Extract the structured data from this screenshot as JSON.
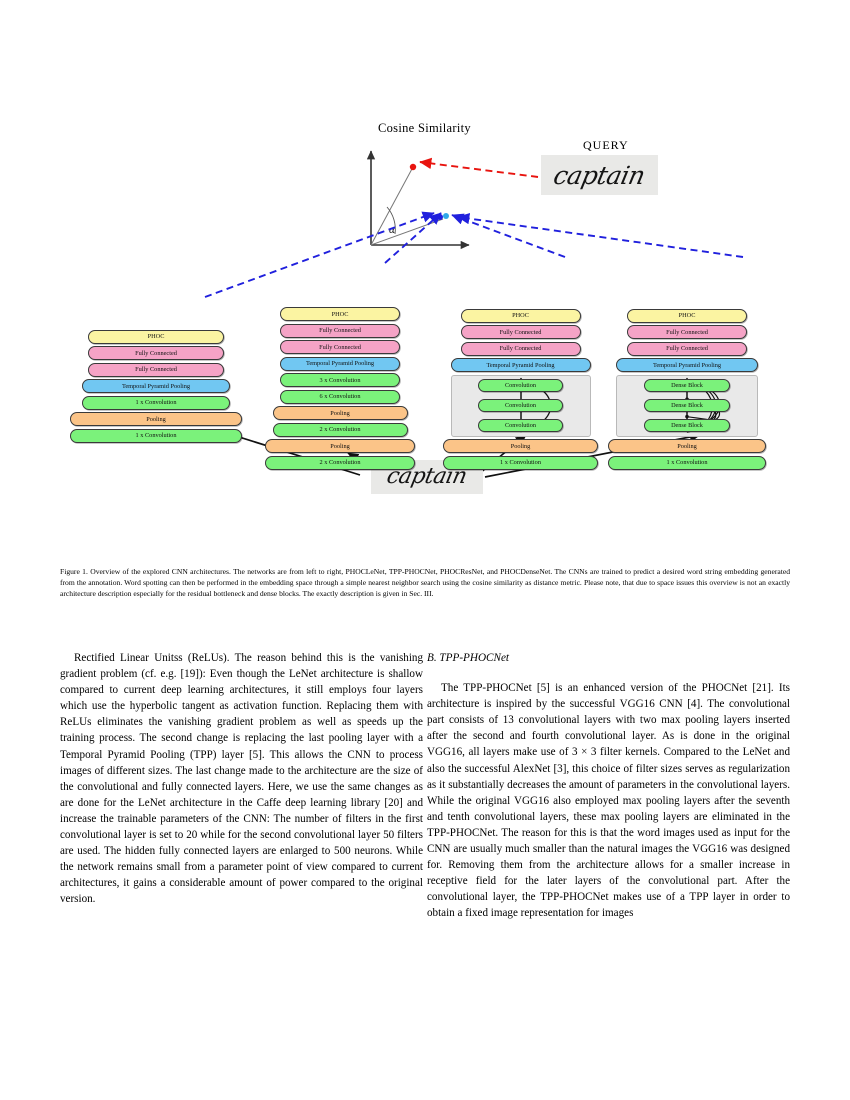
{
  "figure": {
    "cosine_title": "Cosine Similarity",
    "query_title": "QUERY",
    "alpha_label": "α",
    "query_word": "captain",
    "input_word": "captain",
    "networks": [
      {
        "name": "PHOCLeNet",
        "layers": [
          {
            "label": "PHOC",
            "type": "phoc",
            "width": 136
          },
          {
            "label": "Fully Connected",
            "type": "fc",
            "width": 136
          },
          {
            "label": "Fully Connected",
            "type": "fc",
            "width": 136
          },
          {
            "label": "Temporal Pyramid Pooling",
            "type": "tpp",
            "width": 148
          },
          {
            "label": "1 x Convolution",
            "type": "conv",
            "width": 148
          },
          {
            "label": "Pooling",
            "type": "pool",
            "width": 172
          },
          {
            "label": "1 x Convolution",
            "type": "conv",
            "width": 172
          }
        ]
      },
      {
        "name": "TPP-PHOCNet",
        "layers": [
          {
            "label": "PHOC",
            "type": "phoc",
            "width": 120
          },
          {
            "label": "Fully Connected",
            "type": "fc",
            "width": 120
          },
          {
            "label": "Fully Connected",
            "type": "fc",
            "width": 120
          },
          {
            "label": "Temporal Pyramid Pooling",
            "type": "tpp",
            "width": 120
          },
          {
            "label": "3 x Convolution",
            "type": "conv",
            "width": 120
          },
          {
            "label": "6 x Convolution",
            "type": "conv",
            "width": 120
          },
          {
            "label": "Pooling",
            "type": "pool",
            "width": 135
          },
          {
            "label": "2 x Convolution",
            "type": "conv",
            "width": 135
          },
          {
            "label": "Pooling",
            "type": "pool",
            "width": 150
          },
          {
            "label": "2 x Convolution",
            "type": "conv",
            "width": 150
          }
        ]
      },
      {
        "name": "PHOCResNet",
        "layers": [
          {
            "label": "PHOC",
            "type": "phoc",
            "width": 120
          },
          {
            "label": "Fully Connected",
            "type": "fc",
            "width": 120
          },
          {
            "label": "Fully Connected",
            "type": "fc",
            "width": 120
          },
          {
            "label": "Temporal Pyramid Pooling",
            "type": "tpp",
            "width": 140
          },
          {
            "label": "RESIDUAL_BLOCK",
            "type": "group",
            "width": 140,
            "children": [
              "Convolution",
              "Convolution",
              "Convolution"
            ]
          },
          {
            "label": "Pooling",
            "type": "pool",
            "width": 155
          },
          {
            "label": "1 x Convolution",
            "type": "conv",
            "width": 155
          }
        ]
      },
      {
        "name": "PHOCDenseNet",
        "layers": [
          {
            "label": "PHOC",
            "type": "phoc",
            "width": 120
          },
          {
            "label": "Fully Connected",
            "type": "fc",
            "width": 120
          },
          {
            "label": "Fully Connected",
            "type": "fc",
            "width": 120
          },
          {
            "label": "Temporal Pyramid Pooling",
            "type": "tpp",
            "width": 142
          },
          {
            "label": "DENSE_BLOCK",
            "type": "group",
            "width": 142,
            "children": [
              "Dense Block",
              "Dense Block",
              "Dense Block"
            ]
          },
          {
            "label": "Pooling",
            "type": "pool",
            "width": 158
          },
          {
            "label": "1 x Convolution",
            "type": "conv",
            "width": 158
          }
        ]
      }
    ],
    "colors": {
      "phoc": "#fbf4a2",
      "fully_connected": "#f5a3c6",
      "temporal_pyramid_pooling": "#71c7f2",
      "convolution": "#7bf27b",
      "pooling": "#fbc488",
      "block_group": "#e9e9e9",
      "query_arrow": "#e8140f",
      "embedding_arrow": "#2020dd"
    },
    "caption": "Figure 1.  Overview of the explored CNN architectures. The networks are from left to right, PHOCLeNet, TPP-PHOCNet, PHOCResNet, and PHOCDenseNet. The CNNs are trained to predict a desired word string embedding generated from the annotation. Word spotting can then be performed in the embedding space through a simple nearest neighbor search using the cosine similarity as distance metric. Please note, that due to space issues this overview is not an exactly architecture description especially for the residual bottleneck and dense blocks. The exactly description is given in Sec. III."
  },
  "body": {
    "left_column": {
      "paragraph_1": "Rectified Linear Unitss (ReLUs). The reason behind this is the vanishing gradient problem (cf. e.g. [19]): Even though the LeNet architecture is shallow compared to current deep learning architectures, it still employs four layers which use the hyperbolic tangent as activation function. Replacing them with ReLUs eliminates the vanishing gradient problem as well as speeds up the training process. The second change is replacing the last pooling layer with a Temporal Pyramid Pooling (TPP) layer [5]. This allows the CNN to process images of different sizes. The last change made to the architecture are the size of the convolutional and fully connected layers. Here, we use the same changes as are done for the LeNet architecture in the Caffe deep learning library [20] and increase the trainable parameters of the CNN: The number of filters in the first convolutional layer is set to 20 while for the second convolutional layer 50 filters are used. The hidden fully connected layers are enlarged to 500 neurons. While the network remains small from a parameter point of view compared to current architectures, it gains a considerable amount of power compared to the original version."
    },
    "right_column": {
      "section_heading": "B. TPP-PHOCNet",
      "paragraph_1": "The TPP-PHOCNet [5] is an enhanced version of the PHOCNet [21]. Its architecture is inspired by the successful VGG16 CNN [4]. The convolutional part consists of 13 convolutional layers with two max pooling layers inserted after the second and fourth convolutional layer. As is done in the original VGG16, all layers make use of 3 × 3 filter kernels. Compared to the LeNet and also the successful AlexNet [3], this choice of filter sizes serves as regularization as it substantially decreases the amount of parameters in the convolutional layers. While the original VGG16 also employed max pooling layers after the seventh and tenth convolutional layers, these max pooling layers are eliminated in the TPP-PHOCNet. The reason for this is that the word images used as input for the CNN are usually much smaller than the natural images the VGG16 was designed for. Removing them from the architecture allows for a smaller increase in receptive field for the later layers of the convolutional part. After the convolutional layer, the TPP-PHOCNet makes use of a TPP layer in order to obtain a fixed image representation for images"
    }
  }
}
